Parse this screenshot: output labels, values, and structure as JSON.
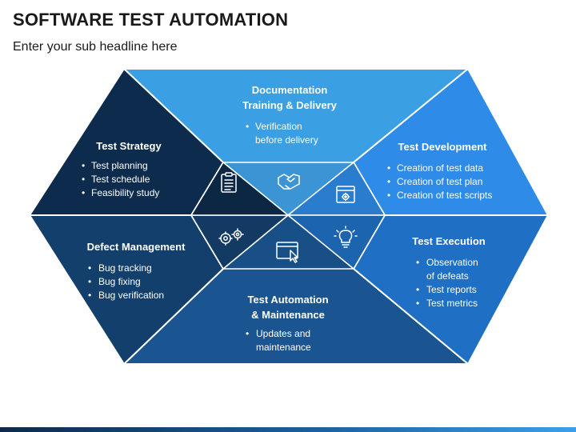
{
  "header": {
    "title": "SOFTWARE TEST AUTOMATION",
    "subtitle": "Enter your sub headline here"
  },
  "segments": [
    {
      "id": "documentation",
      "title_lines": [
        "Documentation",
        "Training & Delivery"
      ],
      "bullets": [
        "Verification",
        "before delivery"
      ],
      "color": "#3a9fe3",
      "icon": "handshake-icon"
    },
    {
      "id": "test-development",
      "title_lines": [
        "Test Development"
      ],
      "bullets": [
        "Creation of test data",
        "Creation of test plan",
        "Creation of test scripts"
      ],
      "color": "#2e8ce8",
      "icon": "settings-window-icon"
    },
    {
      "id": "test-execution",
      "title_lines": [
        "Test Execution"
      ],
      "bullets": [
        "Observation",
        "of defeats",
        "Test reports",
        "Test metrics"
      ],
      "color": "#1f6fc4",
      "icon": "lightbulb-icon"
    },
    {
      "id": "test-automation",
      "title_lines": [
        "Test Automation",
        "& Maintenance"
      ],
      "bullets": [
        "Updates and",
        "maintenance"
      ],
      "color": "#1a5591",
      "icon": "monitor-cursor-icon"
    },
    {
      "id": "defect-management",
      "title_lines": [
        "Defect Management"
      ],
      "bullets": [
        "Bug tracking",
        "Bug fixing",
        "Bug verification"
      ],
      "color": "#133f6c",
      "icon": "gears-icon"
    },
    {
      "id": "test-strategy",
      "title_lines": [
        "Test Strategy"
      ],
      "bullets": [
        "Test planning",
        "Test schedule",
        "Feasibility study"
      ],
      "color": "#0d2c4d",
      "icon": "checklist-icon"
    }
  ]
}
